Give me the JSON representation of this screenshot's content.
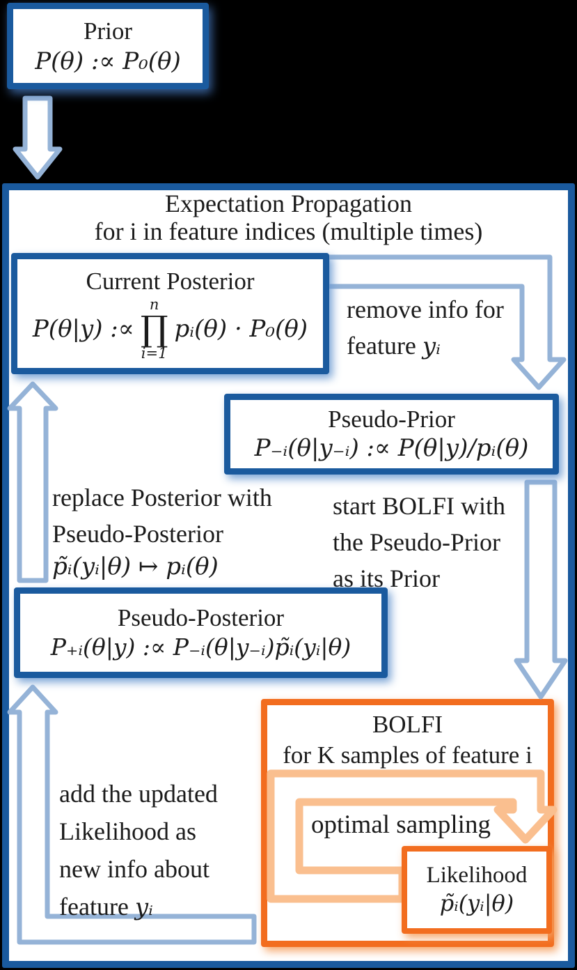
{
  "colors": {
    "background": "#000000",
    "box_border_blue": "#1A5A9E",
    "arrow_light_blue": "#95B3D7",
    "box_border_orange": "#F26D1F",
    "arrow_light_orange": "#FABF8F",
    "box_background": "#FFFFFF",
    "text": "#1B1B1B"
  },
  "prior_box": {
    "title": "Prior",
    "formula": "P(θ) :∝ P₀(θ)"
  },
  "ep_container": {
    "title_line1": "Expectation Propagation",
    "title_line2": "for i in feature indices (multiple times)"
  },
  "current_posterior_box": {
    "title": "Current Posterior",
    "formula_prefix": "P(θ|y) :∝",
    "product_upper": "n",
    "product_symbol": "∏",
    "product_lower": "i=1",
    "formula_suffix": "pᵢ(θ) · P₀(θ)"
  },
  "remove_info_label": {
    "line1": "remove info for",
    "line2_text": "feature ",
    "line2_math": "yᵢ"
  },
  "pseudo_prior_box": {
    "title": "Pseudo-Prior",
    "formula": "P₋ᵢ(θ|y₋ᵢ) :∝ P(θ|y)/pᵢ(θ)"
  },
  "replace_label": {
    "line1": "replace Posterior with",
    "line2": "Pseudo-Posterior",
    "line3_math": "p̃ᵢ(yᵢ|θ) ↦ pᵢ(θ)"
  },
  "start_bolfi_label": {
    "line1": "start BOLFI with",
    "line2": "the Pseudo-Prior",
    "line3": "as its Prior"
  },
  "pseudo_posterior_box": {
    "title": "Pseudo-Posterior",
    "formula": "P₊ᵢ(θ|y) :∝ P₋ᵢ(θ|y₋ᵢ)p̃ᵢ(yᵢ|θ)"
  },
  "add_updated_label": {
    "line1": "add the updated",
    "line2": "Likelihood as",
    "line3": "new info about",
    "line4_text": "feature ",
    "line4_math": "yᵢ"
  },
  "bolfi_box": {
    "title_line1": "BOLFI",
    "title_line2": "for K samples of feature i",
    "optimal_sampling_label": "optimal sampling"
  },
  "likelihood_box": {
    "title": "Likelihood",
    "formula": "p̃ᵢ(yᵢ|θ)"
  }
}
